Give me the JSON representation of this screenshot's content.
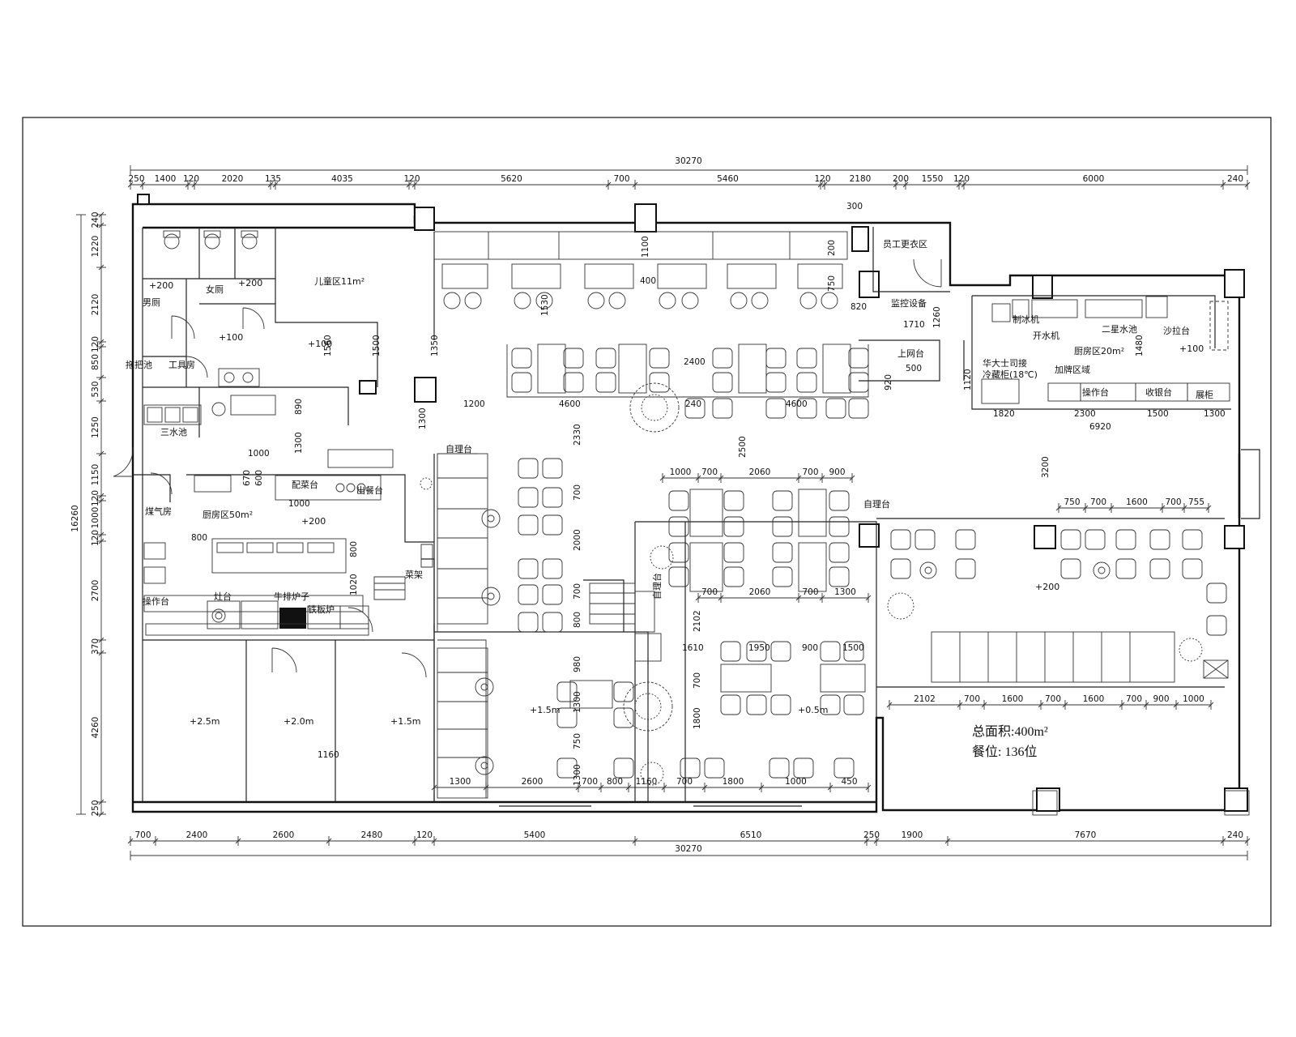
{
  "drawing": {
    "overall_width_top": "30270",
    "overall_width_bottom": "30270",
    "overall_height": "16260",
    "total_area": "总面积:400m²",
    "seats": "餐位: 136位"
  },
  "dims_top": [
    "250",
    "1400",
    "120",
    "2020",
    "135",
    "4035",
    "120",
    "5620",
    "700",
    "5460",
    "120",
    "2180",
    "200",
    "1550",
    "120",
    "6000",
    "240"
  ],
  "dims_top_extra": [
    "300"
  ],
  "dims_bottom": [
    "700",
    "2400",
    "2600",
    "2480",
    "120",
    "5400",
    "6510",
    "250",
    "1900",
    "7670",
    "240"
  ],
  "dims_left": [
    "240",
    "1220",
    "2120",
    "120",
    "850",
    "530",
    "1250",
    "1150",
    "120",
    "1000",
    "120",
    "2700",
    "370",
    "4260",
    "250"
  ],
  "rooms": {
    "mens_wc": "男厕",
    "womens_wc": "女厕",
    "kids_area": "儿童区11m²",
    "mop_pool": "拖把池",
    "tool_room": "工具房",
    "three_sinks": "三水池",
    "gas_room": "煤气房",
    "kitchen": "厨房区50m²",
    "pass_counter": "出餐台",
    "dish_counter": "配菜台",
    "stove_counter": "灶台",
    "steak_stove": "牛排炉子",
    "griddle": "铁板炉",
    "staff_change": "员工更衣区",
    "monitor": "监控设备",
    "ice_maker": "制冰机",
    "water_machine": "开水机",
    "two_sink": "二星水池",
    "salad_counter": "沙拉台",
    "kitchen2": "厨房区20m²",
    "bar_area": "加牌区域",
    "network": "上网台",
    "collect_counter": "收银台",
    "display_cabinet": "展柜",
    "self_service_1": "自理台",
    "self_service_2": "自理台",
    "vegetable": "菜架",
    "self_service_3": "自理台",
    "work_counter": "操作台",
    "fridge_note": "冷藏柜(18℃)",
    "fridge_brand": "华大士司接"
  },
  "levels": {
    "lv_200_a": "+200",
    "lv_200_b": "+200",
    "lv_100_a": "+100",
    "lv_100_b": "+100",
    "lv_100_c": "+100",
    "lv_200_kitchen": "+200",
    "lv_200_right": "+200",
    "lv_25": "+2.5m",
    "lv_20": "+2.0m",
    "lv_15": "+1.5m",
    "lv_15b": "+1.5m",
    "lv_05": "+0.5m"
  },
  "inner_dims": {
    "d1200": "1200",
    "d4600a": "4600",
    "d4600b": "4600",
    "d2400": "2400",
    "d240": "240",
    "d1530": "1530",
    "d1350": "1350",
    "d1500": "1500",
    "d1560": "1560",
    "d1300a": "1300",
    "d890": "890",
    "d1300b": "1300",
    "d1000a": "1000",
    "d1000b": "1000",
    "d670": "670",
    "d600": "600",
    "d800a": "800",
    "d800b": "800",
    "d1020": "1020",
    "d400": "400",
    "d1100": "1100",
    "d200": "200",
    "d750": "750",
    "d820": "820",
    "d1710": "1710",
    "d1260": "1260",
    "d500": "500",
    "d920": "920",
    "d1120": "1120",
    "d1480": "1480",
    "d1820": "1820",
    "d2300": "2300",
    "d1500b": "1500",
    "d1300c": "1300",
    "d6920": "6920",
    "d3200": "3200",
    "d2330": "2330",
    "d700a": "700",
    "d2000": "2000",
    "d700b": "700",
    "d800c": "800",
    "d980": "980",
    "d1300d": "1300",
    "d750b": "750",
    "d1300e": "1300",
    "d2500": "2500",
    "d2102a": "2102",
    "d1610": "1610",
    "d700c": "700",
    "d1800": "1800",
    "d1950": "1950",
    "d900": "900",
    "d1500c": "1500",
    "d1160": "1160"
  },
  "seating_dims_top": [
    "1000",
    "700",
    "2060",
    "700",
    "900"
  ],
  "seating_dims_mid": [
    "700",
    "2060",
    "700",
    "1300"
  ],
  "right_dims_top": [
    "750",
    "700",
    "1600",
    "700",
    "755"
  ],
  "right_dims_bottom": [
    "2102",
    "700",
    "1600",
    "700",
    "1600",
    "700",
    "900",
    "1000"
  ],
  "bottom_row_dims": [
    "1300",
    "2600",
    "700",
    "800",
    "1160",
    "700",
    "1800",
    "1000",
    "450"
  ]
}
